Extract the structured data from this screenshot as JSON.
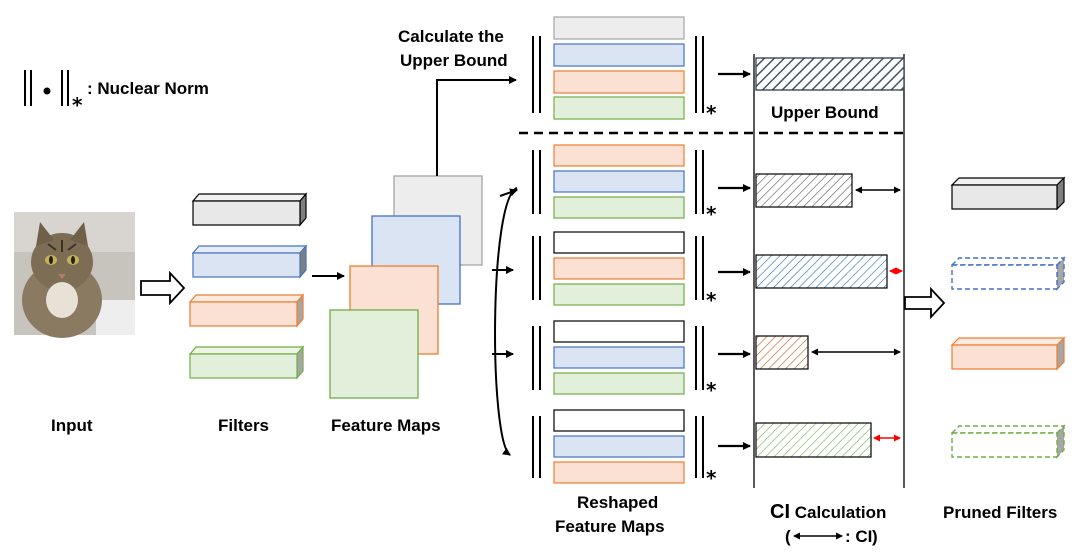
{
  "legend": {
    "norm_symbol": "‖ • ‖",
    "subscript": "*",
    "text": ": Nuclear Norm"
  },
  "labels": {
    "input": "Input",
    "filters": "Filters",
    "feature_maps": "Feature Maps",
    "calc_upper_line1": "Calculate the",
    "calc_upper_line2": "Upper Bound",
    "reshaped_line1": "Reshaped",
    "reshaped_line2": "Feature Maps",
    "upper_bound": "Upper Bound",
    "ci_prefix": "CI",
    "ci_title": " Calculation",
    "ci_legend": ": CI",
    "pruned_filters": "Pruned Filters",
    "asterisk": "*"
  },
  "colors": {
    "black_filter": "#e8e8e8",
    "blue_fill": "#dbe4f3",
    "blue_stroke": "#4472c4",
    "orange_fill": "#fbe1d3",
    "orange_stroke": "#ed7d31",
    "green_fill": "#e2efda",
    "green_stroke": "#70ad47",
    "gray_fill": "#ededed",
    "gray_stroke": "#a6a6a6",
    "red_arrow": "#ff0000"
  },
  "ci_rows": [
    {
      "filter": "black",
      "bar_color": "#595959",
      "bar_fraction": 0.65,
      "ci_arrow": "black",
      "pruned": false
    },
    {
      "filter": "blue",
      "bar_color": "#2e5596",
      "bar_fraction": 0.88,
      "ci_arrow": "red",
      "pruned": true
    },
    {
      "filter": "orange",
      "bar_color": "#c55a11",
      "bar_fraction": 0.36,
      "ci_arrow": "black",
      "pruned": false
    },
    {
      "filter": "green",
      "bar_color": "#548235",
      "bar_fraction": 0.79,
      "ci_arrow": "red",
      "pruned": true
    }
  ]
}
